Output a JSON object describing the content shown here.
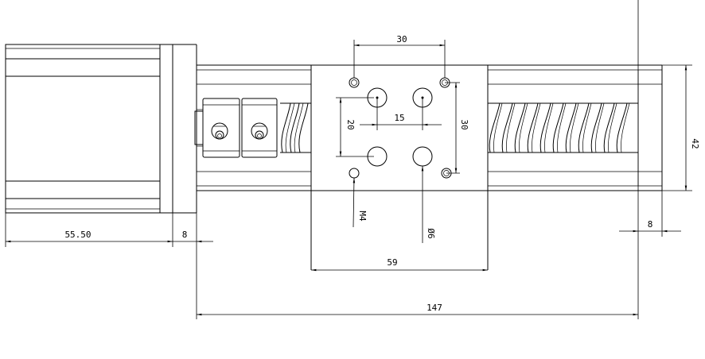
{
  "drawing": {
    "dimensions": {
      "hole_spacing_top": "30",
      "hole_spacing_vertical_left": "20",
      "hole_spacing_center": "15",
      "hole_spacing_vertical_right": "30",
      "rail_height": "42",
      "thread_label": "M4",
      "hole_diameter": "Ø6",
      "carriage_width": "59",
      "motor_length": "55.50",
      "gap_left": "8",
      "gap_right": "8",
      "total_length": "147"
    }
  }
}
